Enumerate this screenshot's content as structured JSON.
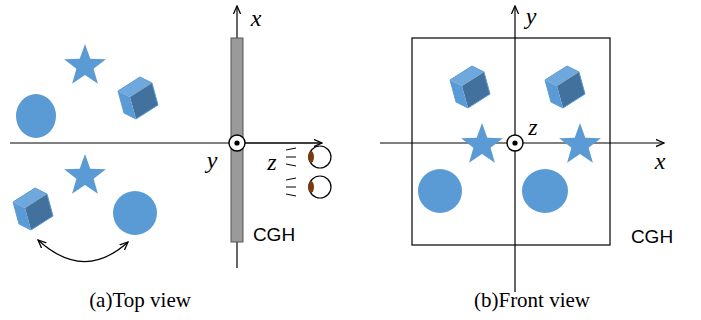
{
  "diagram": {
    "labels": [
      "x",
      "z",
      "y",
      "CGH",
      "(a)Top view",
      "y",
      "z",
      "x",
      "CGH",
      "(b)Front view"
    ]
  }
}
